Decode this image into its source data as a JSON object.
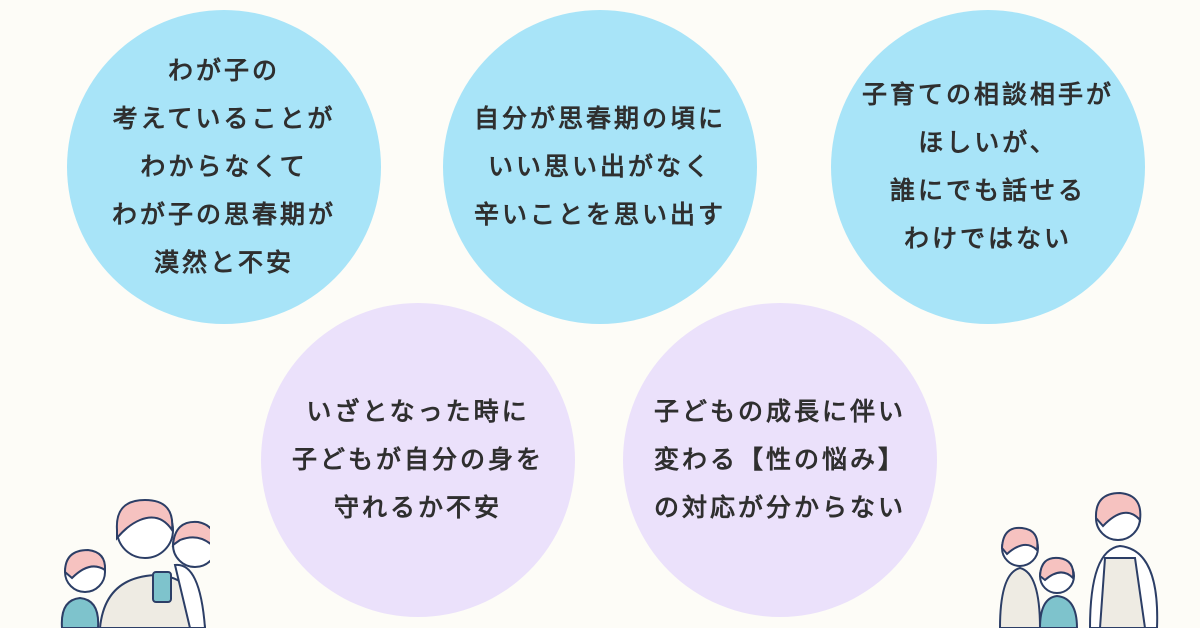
{
  "bubbles": [
    {
      "lines": [
        "わが子の",
        "考えていることが",
        "わからなくて",
        "わが子の思春期が",
        "漠然と不安"
      ],
      "color": "#a8e4f8"
    },
    {
      "lines": [
        "自分が思春期の頃に",
        "いい思い出がなく",
        "辛いことを思い出す"
      ],
      "color": "#a8e4f8"
    },
    {
      "lines": [
        "子育ての相談相手が",
        "ほしいが、",
        "誰にでも話せる",
        "わけではない"
      ],
      "color": "#a8e4f8"
    },
    {
      "lines": [
        "いざとなった時に",
        "子どもが自分の身を",
        "守れるか不安"
      ],
      "color": "#ebe1fb"
    },
    {
      "lines": [
        "子どもの成長に伴い",
        "変わる【性の悩み】",
        "の対応が分からない"
      ],
      "color": "#ebe1fb"
    }
  ]
}
